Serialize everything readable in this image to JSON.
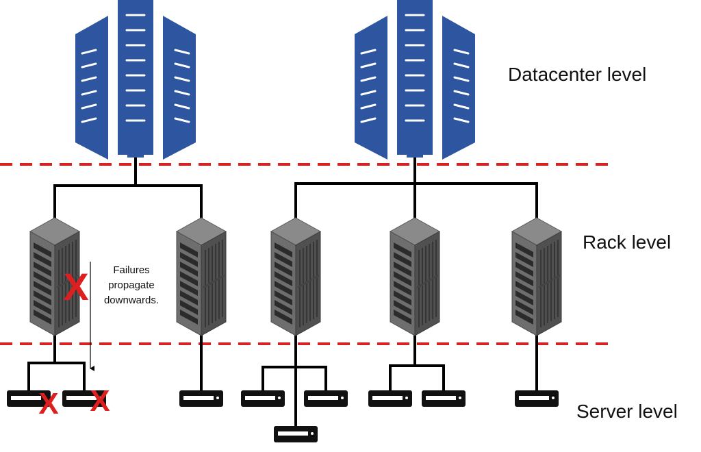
{
  "labels": {
    "datacenter": "Datacenter level",
    "rack": "Rack level",
    "server": "Server level"
  },
  "note": {
    "line1": "Failures",
    "line2": "propagate",
    "line3": "downwards."
  },
  "failure_mark": "X",
  "colors": {
    "datacenter_blue": "#2d55a0",
    "rack_gray": "#6e6e6e",
    "divider_red": "#d62222",
    "failure_red": "#dd1f1f",
    "wire": "#000000"
  }
}
